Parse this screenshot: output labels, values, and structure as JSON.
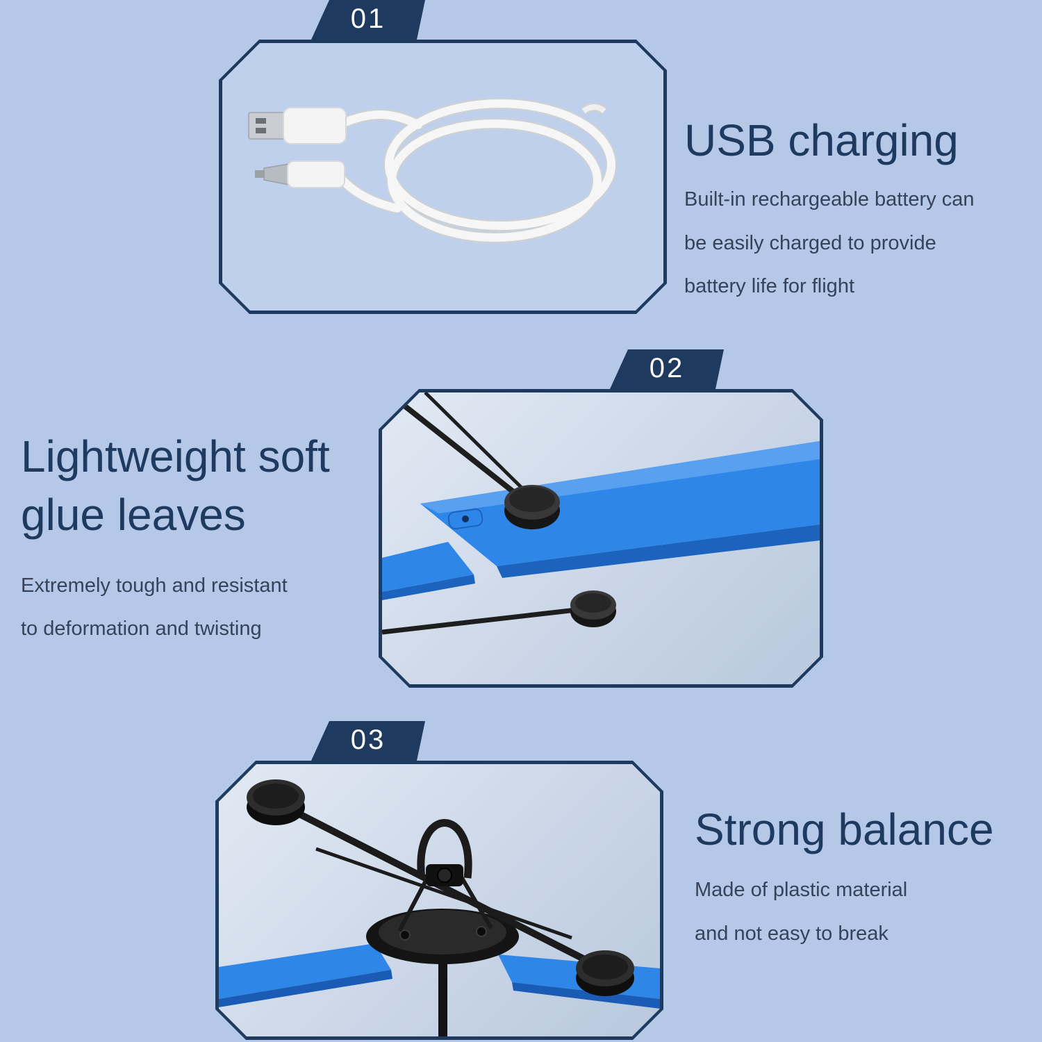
{
  "page": {
    "background_color": "#b5c8e8",
    "accent_navy": "#1e3a5e",
    "title_color": "#1e3a5e",
    "description_color": "#35425a",
    "blade_blue": "#2e86e8"
  },
  "sections": [
    {
      "badge": "01",
      "photo": "usb-charging-cable-photo",
      "title_lines": [
        "USB charging"
      ],
      "desc_lines": [
        "Built-in rechargeable battery can",
        "be easily charged to provide",
        "battery life for flight"
      ]
    },
    {
      "badge": "02",
      "photo": "soft-glue-propeller-blades-photo",
      "title_lines": [
        "Lightweight soft",
        "glue leaves"
      ],
      "desc_lines": [
        "Extremely tough and resistant",
        "to deformation and twisting"
      ]
    },
    {
      "badge": "03",
      "photo": "balance-bar-assembly-photo",
      "title_lines": [
        "Strong balance"
      ],
      "desc_lines": [
        "Made of plastic material",
        "and not easy to break"
      ]
    }
  ]
}
